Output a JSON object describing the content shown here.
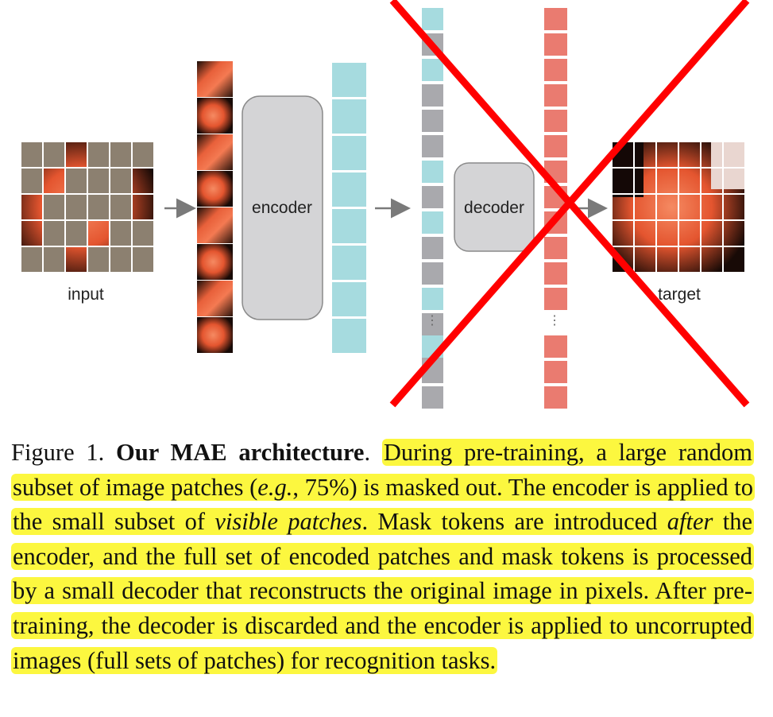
{
  "figure": {
    "labels": {
      "input": "input",
      "encoder": "encoder",
      "decoder": "decoder",
      "target": "target"
    },
    "colors": {
      "masked_patch": "#8c8070",
      "encoded_token": "#a6dbdf",
      "mask_token": "#a9a9ad",
      "decoder_output": "#ea7b70",
      "block_fill": "#d4d4d6",
      "cross": "#ff0000",
      "highlight": "#fcf73f"
    },
    "input_mask_grid": [
      [
        1,
        1,
        0,
        1,
        1,
        1
      ],
      [
        1,
        0,
        1,
        1,
        1,
        0
      ],
      [
        0,
        1,
        1,
        1,
        1,
        0
      ],
      [
        0,
        1,
        1,
        0,
        1,
        1
      ],
      [
        1,
        1,
        0,
        1,
        1,
        1
      ]
    ],
    "token_sequence": [
      "e",
      "m",
      "e",
      "m",
      "m",
      "m",
      "e",
      "m",
      "e",
      "m",
      "m",
      "e",
      "m",
      "m"
    ],
    "token_sequence_bottom": [
      "e",
      "m",
      "m"
    ]
  },
  "caption": {
    "prefix": "Figure 1.",
    "title": "Our MAE architecture",
    "period": ".",
    "seg1": "During pre-training, a large random subset of image patches (",
    "eg": "e.g.",
    "seg2": ", 75%) is masked out. The encoder is applied to the small subset of ",
    "visible": "visible patches",
    "seg3": ". Mask tokens are introduced ",
    "after": "after",
    "seg4": " the encoder, and the full set of encoded patches and mask tokens is processed by a small decoder that reconstructs the original image in pixels. After pre-training, the decoder is discarded and the encoder is applied to uncorrupted images (full sets of patches) for recognition tasks",
    "end": "."
  }
}
